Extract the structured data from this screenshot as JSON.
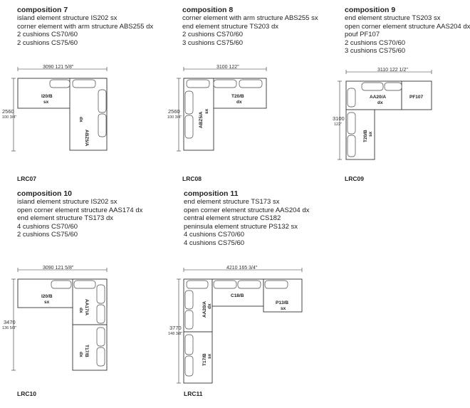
{
  "compositions": [
    {
      "title": "composition 7",
      "lines": [
        "island element structure IS202 sx",
        "corner element with arm structure ABS255 dx",
        "2 cushions CS70/60",
        "2 cushions CS75/60"
      ],
      "code": "LRC07",
      "width_dim": "3090 121 5/8\"",
      "height_dim": "2560",
      "height_dim_in": "100 3/4\"",
      "elements": [
        {
          "a": "I20/B",
          "b": "sx"
        },
        {
          "a": "ABZ5/A",
          "b": "dx"
        }
      ]
    },
    {
      "title": "composition 8",
      "lines": [
        "corner element with arm structure ABS255 sx",
        "end element structure TS203 dx",
        "2 cushions CS70/60",
        "3 cushions CS75/60"
      ],
      "code": "LRC08",
      "width_dim": "3100 122\"",
      "height_dim": "2560",
      "height_dim_in": "100 3/4\"",
      "elements": [
        {
          "a": "T20/B",
          "b": "dx"
        },
        {
          "a": "ABZ5/A",
          "b": "sx"
        }
      ]
    },
    {
      "title": "composition 9",
      "lines": [
        "end element structure TS203 sx",
        "open corner element structure AAS204 dx",
        "pouf PF107",
        "2 cushions CS70/60",
        "3 cushions CS75/60"
      ],
      "code": "LRC09",
      "width_dim": "3110 122 1/2\"",
      "height_dim": "3100",
      "height_dim_in": "122\"",
      "elements": [
        {
          "a": "AA20/A",
          "b": "dx"
        },
        {
          "a": "PF107",
          "b": ""
        },
        {
          "a": "T20/B",
          "b": "sx"
        }
      ]
    },
    {
      "title": "composition 10",
      "lines": [
        "island element structure IS202 sx",
        "open corner element structure AAS174 dx",
        "end element structure TS173 dx",
        "4 cushions CS70/60",
        "2 cushions CS75/60"
      ],
      "code": "LRC10",
      "width_dim": "3090 121 5/8\"",
      "height_dim": "3470",
      "height_dim_in": "136 5/8\"",
      "elements": [
        {
          "a": "I20/B",
          "b": "sx"
        },
        {
          "a": "AA17/A",
          "b": "dx"
        },
        {
          "a": "T17/B",
          "b": "dx"
        }
      ]
    },
    {
      "title": "composition 11",
      "lines": [
        "end element structure TS173 sx",
        "open corner element structure AAS204 dx",
        "central element structure CS182",
        "peninsula element structure PS132 sx",
        "4 cushions CS70/60",
        "4 cushions CS75/60"
      ],
      "code": "LRC11",
      "width_dim": "4210 165 3/4\"",
      "height_dim": "3770",
      "height_dim_in": "148 3/8\"",
      "elements": [
        {
          "a": "AA20/A",
          "b": "dx"
        },
        {
          "a": "C18/B",
          "b": ""
        },
        {
          "a": "P13/B",
          "b": "sx"
        },
        {
          "a": "T17/B",
          "b": "sx"
        }
      ]
    }
  ]
}
